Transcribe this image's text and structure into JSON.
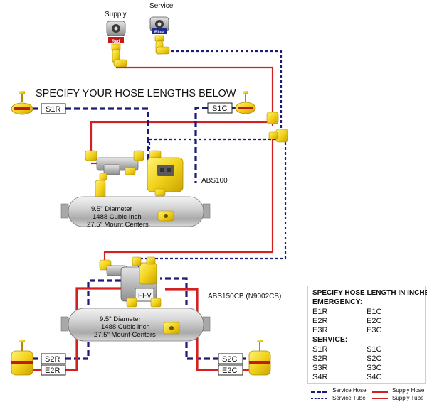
{
  "top_labels": {
    "supply": "Supply",
    "service": "Service",
    "supply_glad": "Red",
    "service_glad": "Blue"
  },
  "heading": "SPECIFY YOUR HOSE LENGTHS BELOW",
  "hose_tags": {
    "s1r": "S1R",
    "s1c": "S1C",
    "s2r": "S2R",
    "e2r": "E2R",
    "s2c": "S2C",
    "e2c": "E2C",
    "ffv": "FFV"
  },
  "component_labels": {
    "abs100": "ABS100",
    "abs150cb": "ABS150CB  (N9002CB)"
  },
  "tank_upper": {
    "line1": "9.5\" Diameter",
    "line2": "1488 Cubic Inch",
    "line3": "27.5\" Mount Centers"
  },
  "tank_lower": {
    "line1": "9.5\" Diameter",
    "line2": "1488 Cubic Inch",
    "line3": "27.5\" Mount Centers"
  },
  "spec_table": {
    "title": "SPECIFY HOSE LENGTH IN INCHES",
    "emergency_label": "EMERGENCY:",
    "emergency": [
      [
        "E1R",
        "E1C"
      ],
      [
        "E2R",
        "E2C"
      ],
      [
        "E3R",
        "E3C"
      ]
    ],
    "service_label": "SERVICE:",
    "service": [
      [
        "S1R",
        "S1C"
      ],
      [
        "S2R",
        "S2C"
      ],
      [
        "S3R",
        "S3C"
      ],
      [
        "S4R",
        "S4C"
      ]
    ]
  },
  "legend": {
    "service_hose": "Service Hose",
    "supply_hose": "Supply Hose",
    "service_tube": "Service Tube",
    "supply_tube": "Supply Tube"
  },
  "colors": {
    "supply": "#d32020",
    "service": "#1c1c78",
    "fitting": "#f2d21b",
    "fitting_edge": "#b08d00",
    "tank": "#c9c9c9",
    "valve": "#9a9a9a"
  }
}
